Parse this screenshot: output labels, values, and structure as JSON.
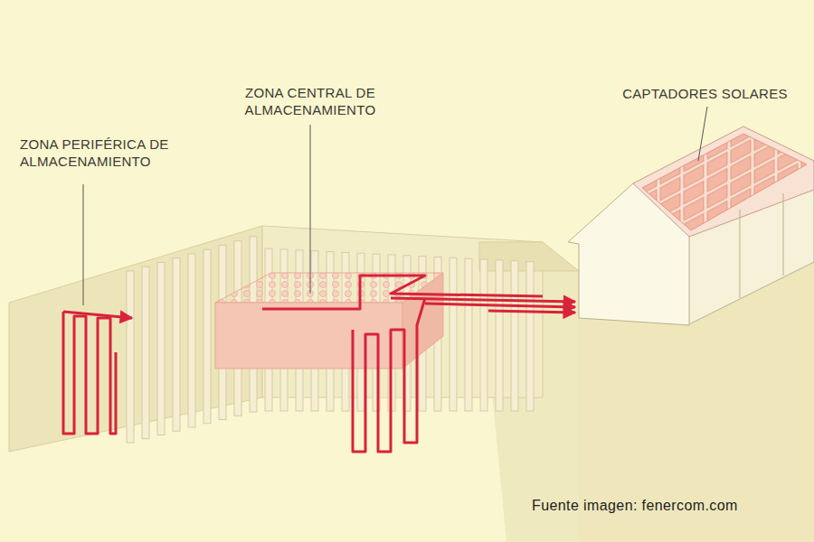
{
  "diagram": {
    "labels": [
      "ZONA PERIFÉRICA DE ALMACENAMIENTO",
      "ZONA CENTRAL DE ALMACENAMIENTO",
      "CAPTADORES SOLARES",
      "Fuente imagen: fenercom.com"
    ]
  }
}
